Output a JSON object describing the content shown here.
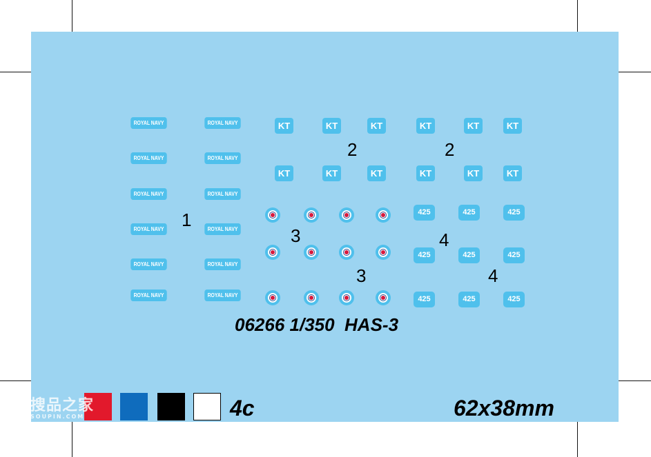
{
  "sheet": {
    "background_color": "#9cd4f1",
    "decal_color": "#4fc0ec",
    "code_text": "06266 1/350  HAS-3",
    "colors_label": "4c",
    "size_label": "62x38mm"
  },
  "groups": {
    "group1_label": "1",
    "group2_label": "2",
    "group3_label": "3",
    "group4_label": "4"
  },
  "decals": {
    "royal_navy_text": "ROYAL NAVY",
    "kt_text": "KT",
    "squadron_number": "425",
    "roundel_colors": [
      "#4fc0ec",
      "#ffffff",
      "#2f4a8d",
      "#d7193c"
    ]
  },
  "color_swatches": [
    {
      "name": "red",
      "color": "#e2192c"
    },
    {
      "name": "blue",
      "color": "#0f6cbd"
    },
    {
      "name": "black",
      "color": "#000000"
    },
    {
      "name": "white",
      "color": "#ffffff"
    }
  ],
  "watermark": {
    "text": "搜品之家",
    "subtext": "SOUPIN.COM"
  }
}
